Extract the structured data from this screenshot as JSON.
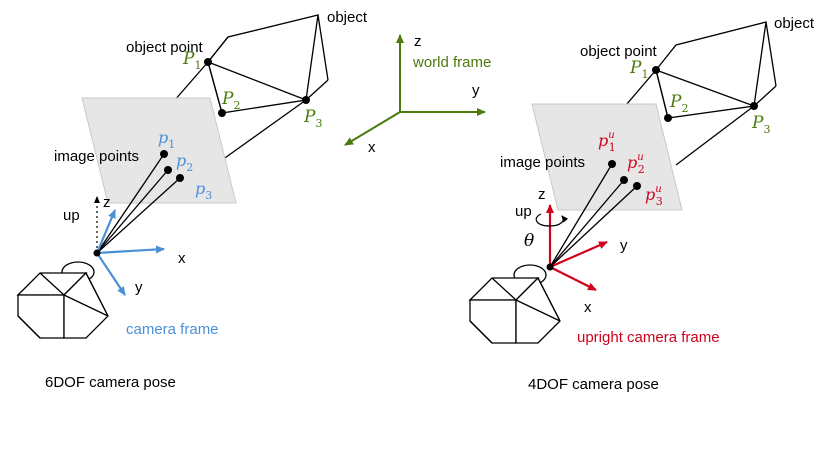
{
  "world": {
    "label": "world frame",
    "axes": {
      "x": "x",
      "y": "y",
      "z": "z"
    },
    "color": "#4a7a0c"
  },
  "left_panel": {
    "object_label": "object",
    "object_point_label": "object point",
    "object_points": [
      {
        "base": "P",
        "sub": "1"
      },
      {
        "base": "P",
        "sub": "2"
      },
      {
        "base": "P",
        "sub": "3"
      }
    ],
    "image_points_label": "image points",
    "image_points": [
      {
        "base": "p",
        "sub": "1"
      },
      {
        "base": "p",
        "sub": "2"
      },
      {
        "base": "p",
        "sub": "3"
      }
    ],
    "up_label": "up",
    "axes": {
      "x": "x",
      "y": "y",
      "z": "z"
    },
    "frame_label": "camera frame",
    "caption": "6DOF camera pose",
    "frame_color": "#4a90d9"
  },
  "right_panel": {
    "object_label": "object",
    "object_point_label": "object point",
    "object_points": [
      {
        "base": "P",
        "sub": "1"
      },
      {
        "base": "P",
        "sub": "2"
      },
      {
        "base": "P",
        "sub": "3"
      }
    ],
    "image_points_label": "image points",
    "image_points": [
      {
        "base": "p",
        "sub": "1",
        "sup": "u"
      },
      {
        "base": "p",
        "sub": "2",
        "sup": "u"
      },
      {
        "base": "p",
        "sub": "3",
        "sup": "u"
      }
    ],
    "up_label": "up",
    "theta_label": "θ",
    "axes": {
      "x": "x",
      "y": "y",
      "z": "z"
    },
    "frame_label": "upright camera frame",
    "caption": "4DOF camera pose",
    "frame_color": "#d0021b"
  },
  "colors": {
    "point_label_green": "#4a7a0c",
    "plane_fill": "#e6e6e6",
    "plane_stroke": "#c8c8c8",
    "line": "#000000"
  }
}
